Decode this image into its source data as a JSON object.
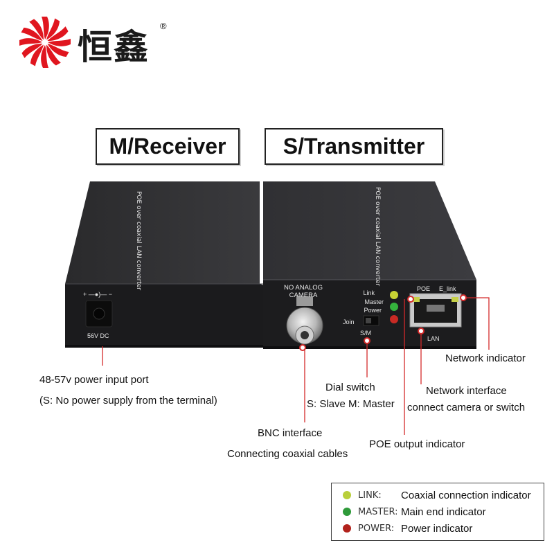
{
  "brand": {
    "name": "恒鑫",
    "registered": "®",
    "logo_color": "#e0161f"
  },
  "labels": {
    "receiver": "M/Receiver",
    "transmitter": "S/Transmitter"
  },
  "device": {
    "top_print": "POE over coaxial LAN converter",
    "power_port_symbol": "+ —●)— −",
    "power_rating": "56V  DC",
    "bnc_title_1": "NO ANALOG",
    "bnc_title_2": "CAMERA",
    "led_link": "Link",
    "led_master": "Master",
    "led_power": "Power",
    "join": "Join",
    "sm": "S/M",
    "poe": "POE",
    "elink": "E_link",
    "lan": "LAN"
  },
  "annotations": {
    "power_port": "48-57v power input port",
    "power_note": "(S: No power supply from the terminal)",
    "dial_title": "Dial switch",
    "dial_desc": "S: Slave M: Master",
    "network_indicator": "Network indicator",
    "network_interface_1": "Network interface",
    "network_interface_2": "connect camera or switch",
    "bnc_title": "BNC interface",
    "bnc_desc": "Connecting coaxial cables",
    "poe_indicator": "POE output indicator"
  },
  "legend": [
    {
      "name": "LINK:",
      "desc": "Coaxial connection indicator",
      "color": "#b9cf3a"
    },
    {
      "name": "MASTER:",
      "desc": "Main end indicator",
      "color": "#2e9a3a"
    },
    {
      "name": "POWER:",
      "desc": "Power indicator",
      "color": "#b2221c"
    }
  ]
}
